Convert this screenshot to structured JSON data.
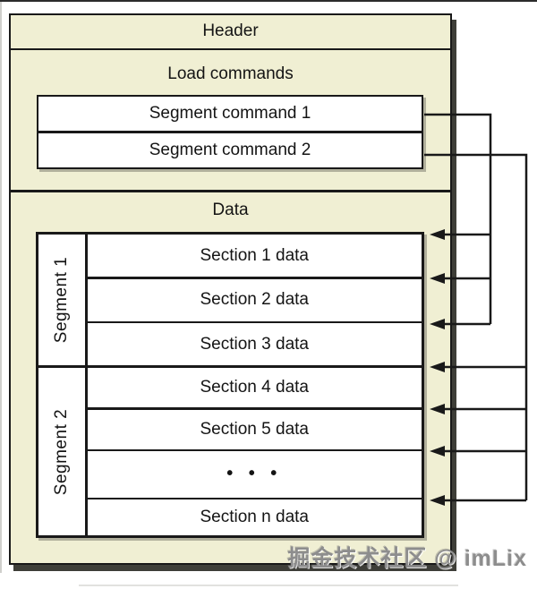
{
  "colors": {
    "box_fill": "#f0efd3",
    "line": "#191919",
    "drop_shadow": "#3e3e38",
    "row_fill": "#ffffff",
    "watermark_gray": "#8d8d8d",
    "page_background": "#ffffff"
  },
  "diagram": {
    "header_label": "Header",
    "load_commands": {
      "title": "Load commands",
      "items": [
        "Segment command 1",
        "Segment command 2"
      ]
    },
    "data_section": {
      "title": "Data",
      "segments": [
        {
          "label": "Segment 1",
          "sections": [
            "Section 1 data",
            "Section 2 data",
            "Section 3 data"
          ]
        },
        {
          "label": "Segment 2",
          "sections": [
            "Section 4 data",
            "Section 5 data",
            "• • •",
            "Section n data"
          ]
        }
      ]
    }
  },
  "watermark": "掘金技术社区 @ imLix"
}
